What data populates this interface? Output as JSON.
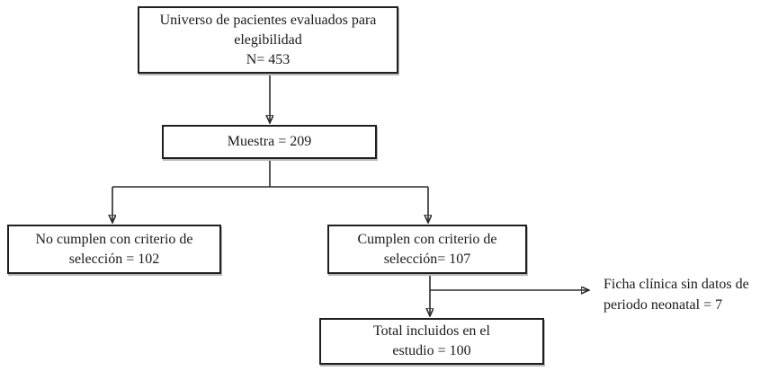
{
  "diagram": {
    "background_color": "#ffffff",
    "box_border_color": "#1f1f1f",
    "line_color": "#2b2b2b",
    "boxes": {
      "universe": {
        "lines": [
          "Universo de pacientes evaluados para",
          "elegibilidad",
          "N= 453"
        ]
      },
      "muestra": {
        "lines": [
          "Muestra = 209"
        ]
      },
      "no_cumplen": {
        "lines": [
          "No cumplen con criterio de",
          "selección = 102"
        ]
      },
      "cumplen": {
        "lines": [
          "Cumplen con criterio de",
          "selección= 107"
        ]
      },
      "total": {
        "lines": [
          "Total incluidos en el",
          "estudio = 100"
        ]
      }
    },
    "annotations": {
      "ficha": {
        "lines": [
          "Ficha clínica sin datos de",
          "periodo neonatal = 7"
        ]
      }
    }
  }
}
